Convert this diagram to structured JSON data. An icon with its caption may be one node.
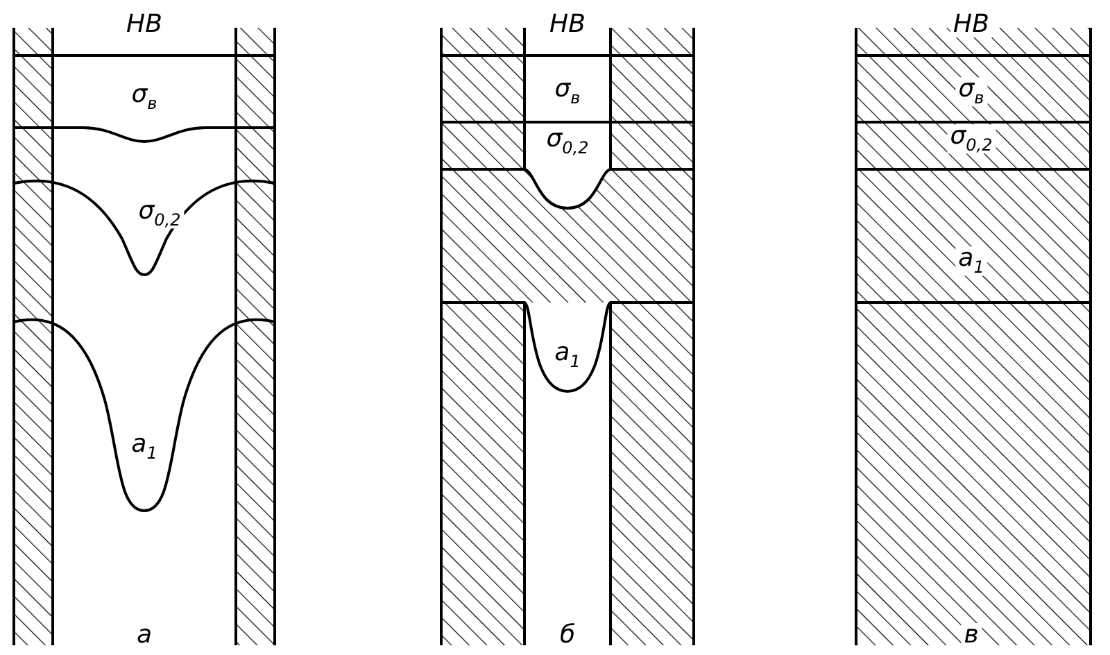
{
  "diagram": {
    "labels": [
      "HB",
      "σ$_{в}$",
      "σ$_{0,2}$",
      "a$_{1}$",
      "HB",
      "σ$_{в}$",
      "σ$_{0,2}$",
      "a$_{1}$",
      "HB",
      "σ$_{в}$",
      "σ$_{0,2}$",
      "a$_{1}$",
      "а",
      "б",
      "в"
    ]
  }
}
